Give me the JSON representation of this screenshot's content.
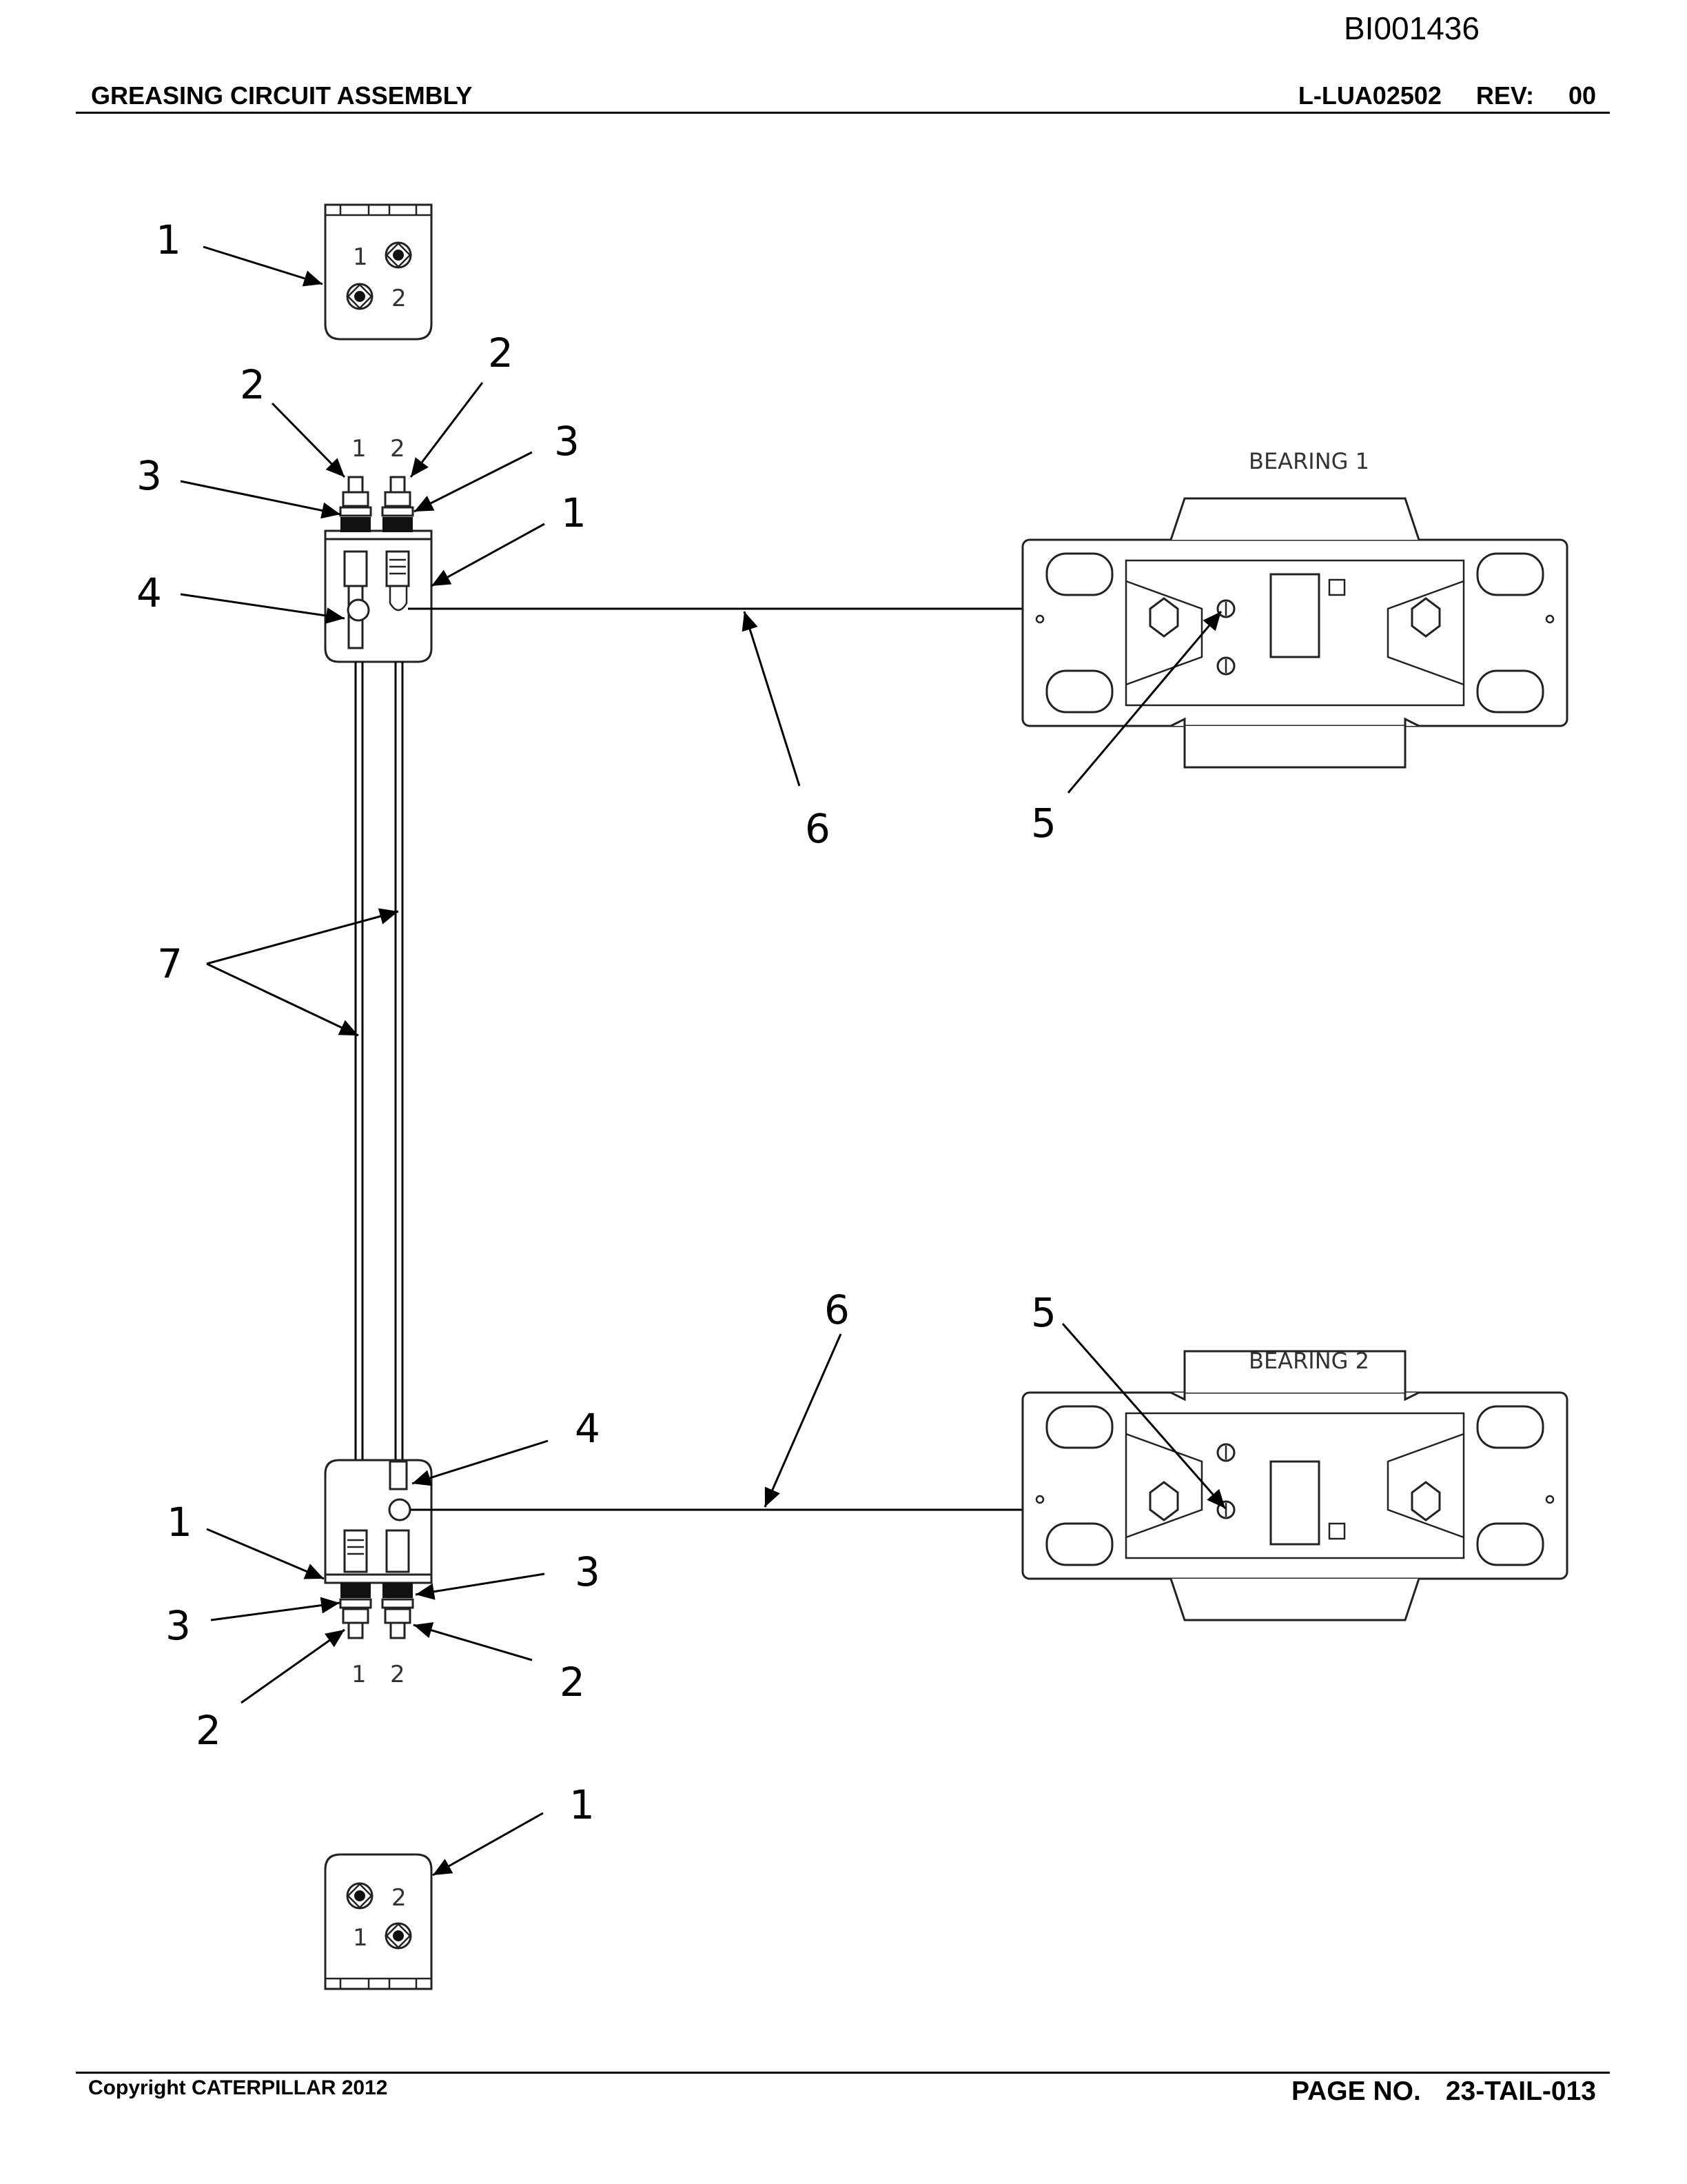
{
  "header": {
    "doc_id": "BI001436",
    "title": "GREASING CIRCUIT ASSEMBLY",
    "drawing_no": "L-LUA02502",
    "rev_label": "REV:",
    "rev_value": "00"
  },
  "footer": {
    "copyright": "Copyright CATERPILLAR 2012",
    "page_label": "PAGE NO.",
    "page_value": "23-TAIL-013"
  },
  "bearings": {
    "bearing_1": "BEARING  1",
    "bearing_2": "BEARING  2"
  },
  "port_labels": {
    "one": "1",
    "two": "2"
  },
  "callouts": {
    "top_plate_1": "1",
    "upper_2_left": "2",
    "upper_2_right": "2",
    "upper_3_left": "3",
    "upper_3_right": "3",
    "upper_1": "1",
    "upper_4": "4",
    "upper_6": "6",
    "upper_5": "5",
    "tube_7": "7",
    "lower_6": "6",
    "lower_5": "5",
    "lower_4": "4",
    "lower_1": "1",
    "lower_3_right": "3",
    "lower_3_left": "3",
    "lower_2_right": "2",
    "lower_2_left": "2",
    "bottom_plate_1": "1"
  }
}
